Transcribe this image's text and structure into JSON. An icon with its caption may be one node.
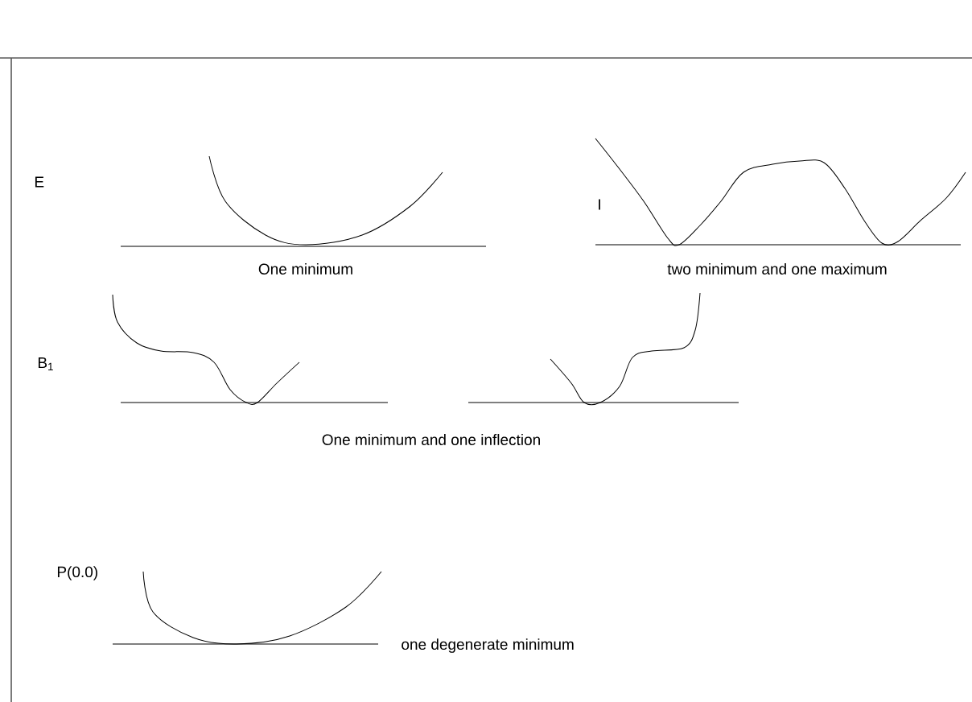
{
  "diagram": {
    "labels": [
      "E",
      "One minimum",
      "I",
      "two minimum and one maximum",
      "B$_{1}$",
      "One minimum and one inflection",
      "P(0.0)",
      "one degenerate minimum"
    ]
  }
}
